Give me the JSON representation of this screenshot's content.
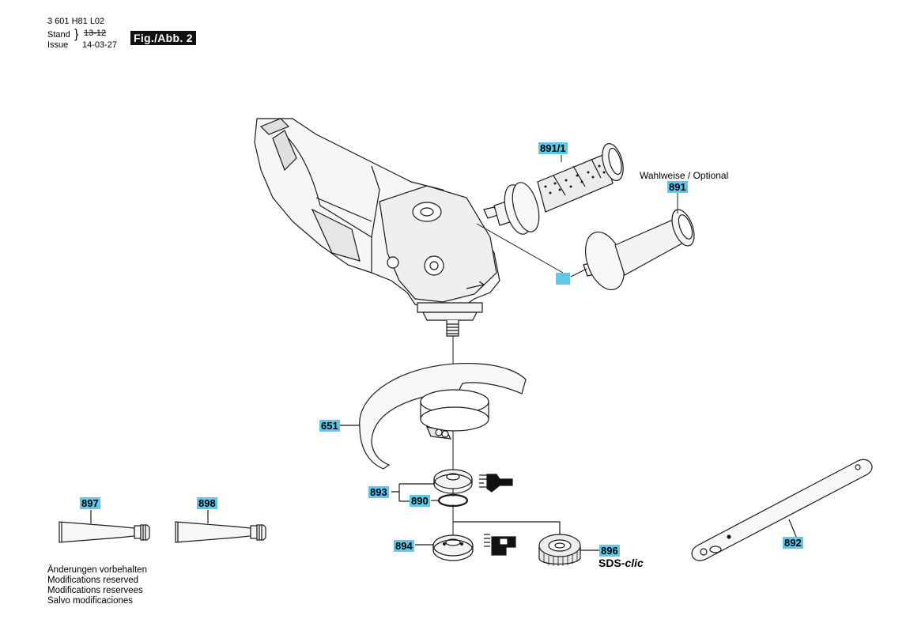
{
  "header": {
    "doc_number": "3 601 H81 L02",
    "stand_label": "Stand",
    "issue_label": "Issue",
    "old_date": "13-12",
    "new_date": "14-03-27",
    "figure_label": "Fig./Abb. 2"
  },
  "parts": {
    "p891_1": "891/1",
    "p891": "891",
    "optional_note": "Wahlweise / Optional",
    "p651": "651",
    "p893": "893",
    "p890": "890",
    "p894": "894",
    "p896": "896",
    "sds_prefix": "SDS-",
    "sds_suffix": "clic",
    "p897": "897",
    "p898": "898",
    "p892": "892"
  },
  "notes": [
    "Änderungen vorbehalten",
    "Modifications reserved",
    "Modifications reservees",
    "Salvo modificaciones"
  ],
  "colors": {
    "label_bg": "#5fc8e8",
    "line": "#1a1a1a",
    "shade": "#d9d9d9"
  }
}
